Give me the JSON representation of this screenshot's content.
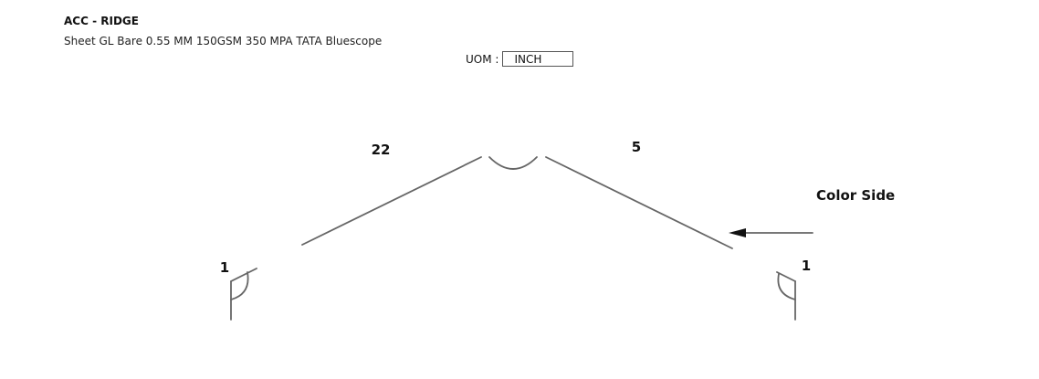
{
  "header": {
    "title": "ACC - RIDGE",
    "subtitle": "Sheet GL Bare 0.55 MM 150GSM 350 MPA TATA Bluescope"
  },
  "uom": {
    "label": "UOM :",
    "value": "INCH"
  },
  "drawing": {
    "dimensions": {
      "left_slope": "22",
      "right_slope": "5",
      "left_hem": "1",
      "right_hem": "1"
    },
    "color_side_label": "Color Side",
    "line_color": "#666666"
  }
}
